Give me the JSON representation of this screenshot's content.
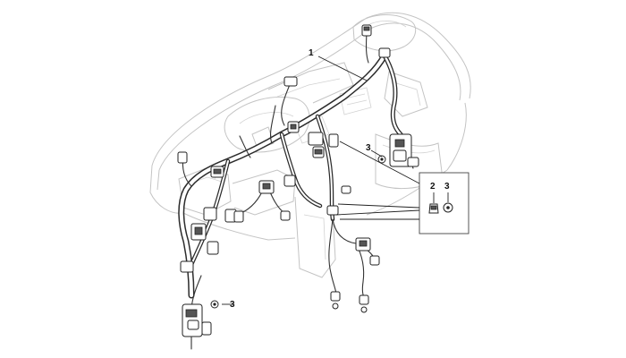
{
  "callouts": {
    "main_harness": "1",
    "clip_inset": "2",
    "nut_inset": "3",
    "nut_right": "3",
    "nut_bottom": "3"
  },
  "colors": {
    "line": "#2b2b2b",
    "ghost": "#c4c4c4",
    "background": "#ffffff"
  }
}
